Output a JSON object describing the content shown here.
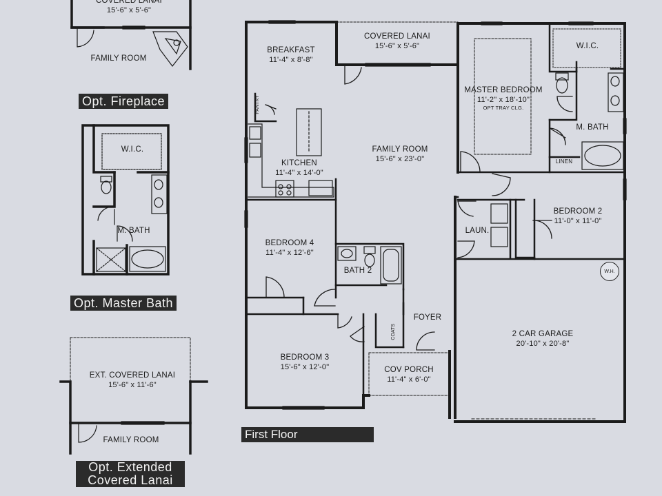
{
  "main_plan": {
    "title": "First Floor",
    "rooms": {
      "breakfast": {
        "name": "BREAKFAST",
        "dims": "11'-4\" x 8'-8\""
      },
      "covered_lanai": {
        "name": "COVERED LANAI",
        "dims": "15'-6\" x 5'-6\""
      },
      "master_bedroom": {
        "name": "MASTER BEDROOM",
        "dims": "11'-2\" x 18'-10\"",
        "note": "OPT TRAY CLG."
      },
      "wic": {
        "name": "W.I.C."
      },
      "m_bath": {
        "name": "M. BATH"
      },
      "linen": {
        "name": "LINEN"
      },
      "pantry": {
        "name": "PANTRY"
      },
      "kitchen": {
        "name": "KITCHEN",
        "dims": "11'-4\" x 14'-0\""
      },
      "family_room": {
        "name": "FAMILY ROOM",
        "dims": "15'-6\" x 23'-0\""
      },
      "laundry": {
        "name": "LAUN."
      },
      "bedroom2": {
        "name": "BEDROOM 2",
        "dims": "11'-0\" x 11'-0\""
      },
      "bedroom4": {
        "name": "BEDROOM 4",
        "dims": "11'-4\" x 12'-6\""
      },
      "bath2": {
        "name": "BATH 2"
      },
      "water_heater": {
        "name": "W.H."
      },
      "garage": {
        "name": "2 CAR GARAGE",
        "dims": "20'-10\" x 20'-8\""
      },
      "foyer": {
        "name": "FOYER"
      },
      "coats": {
        "name": "COATS"
      },
      "bedroom3": {
        "name": "BEDROOM 3",
        "dims": "15'-6\" x 12'-0\""
      },
      "cov_porch": {
        "name": "COV PORCH",
        "dims": "11'-4\" x 6'-0\""
      }
    }
  },
  "opt_fireplace": {
    "title": "Opt. Fireplace",
    "lanai_name": "COVERED LANAI",
    "lanai_dims": "15'-6\" x 5'-6\"",
    "family_room": "FAMILY ROOM"
  },
  "opt_master_bath": {
    "title": "Opt. Master Bath",
    "wic": "W.I.C.",
    "m_bath": "M. BATH"
  },
  "opt_extended_lanai": {
    "title_line1": "Opt. Extended",
    "title_line2": "Covered Lanai",
    "lanai_name": "EXT. COVERED LANAI",
    "lanai_dims": "15'-6\" x 11'-6\"",
    "family_room": "FAMILY ROOM"
  },
  "colors": {
    "background": "#d9dbe2",
    "wall": "#1b1b1b",
    "banner": "#2b2b2b"
  }
}
